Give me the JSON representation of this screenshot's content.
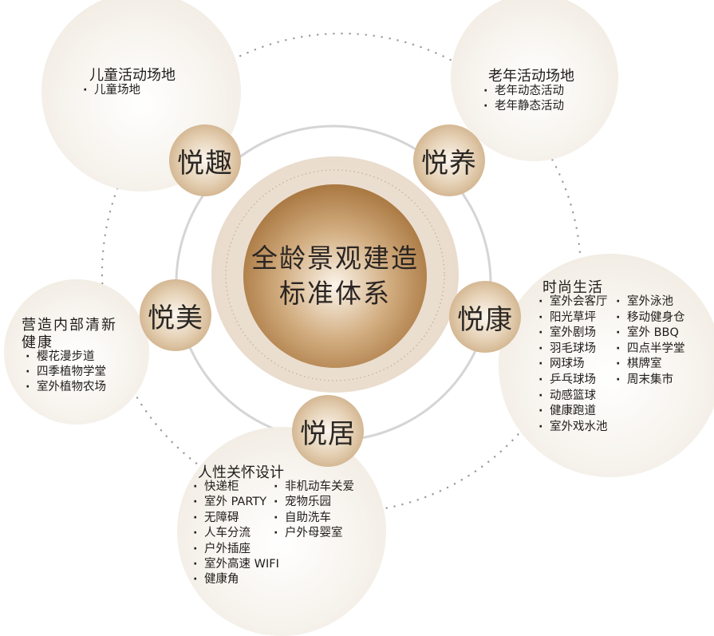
{
  "center": {
    "line1": "全龄景观建造",
    "line2": "标准体系"
  },
  "nodes": {
    "quyue": "悦趣",
    "yang": "悦养",
    "mei": "悦美",
    "kang": "悦康",
    "ju": "悦居"
  },
  "bubbles": {
    "children": {
      "title": "儿童活动场地",
      "items": [
        "儿童场地"
      ]
    },
    "elderly": {
      "title": "老年活动场地",
      "items": [
        "老年动态活动",
        "老年静态活动"
      ]
    },
    "health": {
      "title_line1": "营造内部清新",
      "title_line2": "健康",
      "items": [
        "樱花漫步道",
        "四季植物学堂",
        "室外植物农场"
      ]
    },
    "fashion": {
      "title": "时尚生活",
      "col1": [
        "室外会客厅",
        "阳光草坪",
        "室外剧场",
        "羽毛球场",
        "网球场",
        "乒乓球场",
        "动感篮球",
        "健康跑道",
        "室外戏水池"
      ],
      "col2": [
        "室外泳池",
        "移动健身仓",
        "室外 BBQ",
        "四点半学堂",
        "棋牌室",
        "周末集市"
      ]
    },
    "humane": {
      "title": "人性关怀设计",
      "col1": [
        "快递柜",
        "室外 PARTY",
        "无障碍",
        "人车分流",
        "户外插座",
        "室外高速 WIFI",
        "健康角"
      ],
      "col2": [
        "非机动车关爱",
        "宠物乐园",
        "自助洗车",
        "户外母婴室"
      ]
    }
  },
  "colors": {
    "node_gold": "#c09a6b",
    "core_brown": "#a8763f",
    "ring_beige": "#e7d9c8",
    "connector_gray": "#d5d5d8",
    "dot_gray": "#9a9a9a"
  }
}
